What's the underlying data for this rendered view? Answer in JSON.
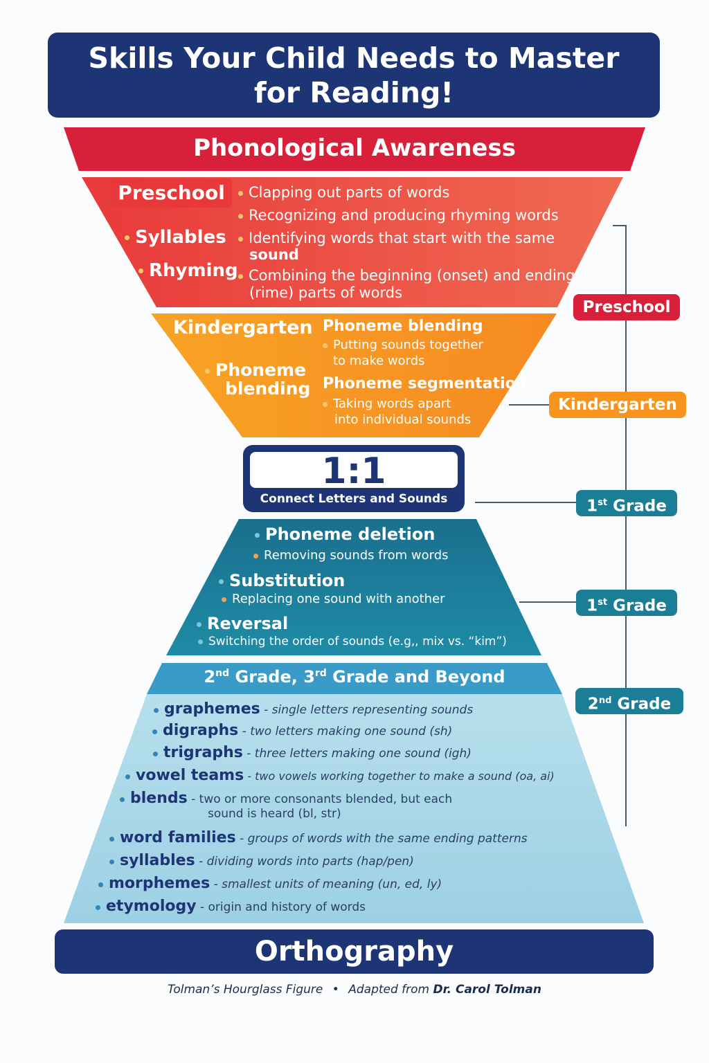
{
  "title": {
    "line1": "Skills Your Child Needs to Master",
    "line2": "for Reading!"
  },
  "phonological": {
    "header": "Phonological Awareness",
    "preschool_label": "Preschool",
    "left_items": [
      "Syllables",
      "Rhyming"
    ],
    "bullets": [
      "Clapping out parts of words",
      "Recognizing and producing  rhyming words",
      "Identifying words that start with the same",
      "sound",
      "Combining the beginning (onset) and ending",
      "(rime) parts of words"
    ]
  },
  "kindergarten": {
    "label": "Kindergarten",
    "left_item_line1": "Phoneme",
    "left_item_line2": "blending",
    "blending_title": "Phoneme blending",
    "blending_desc1": "Putting sounds together",
    "blending_desc2": "to make words",
    "segmentation_title": "Phoneme segmentation",
    "segmentation_desc1": "Taking words apart",
    "segmentation_desc2": "into individual sounds"
  },
  "one_to_one": {
    "big": "1:1",
    "sub": "Connect Letters and Sounds"
  },
  "first_grade": {
    "items": [
      {
        "title": "Phoneme deletion",
        "desc": "Removing sounds from words"
      },
      {
        "title": "Substitution",
        "desc": "Replacing one sound with another"
      },
      {
        "title": "Reversal",
        "desc": "Switching the order of sounds (e.g,, mix vs. “kim”)"
      }
    ]
  },
  "second_grade": {
    "header_a": "2",
    "header_a_sup": "nd",
    "header_b": " Grade, 3",
    "header_b_sup": "rd",
    "header_c": " Grade and Beyond",
    "rows": [
      {
        "term": "graphemes",
        "def": " - single letters representing sounds"
      },
      {
        "term": "digraphs",
        "def": " - two letters making one sound (sh)"
      },
      {
        "term": "trigraphs",
        "def": " - three letters making one sound (igh)"
      },
      {
        "term": "vowel teams",
        "def": " - two vowels working together to make a sound (oa, ai)"
      },
      {
        "term": "blends",
        "def": " - two or more consonants blended, but each"
      },
      {
        "term": "",
        "def": "sound is heard (bl, str)"
      },
      {
        "term": "word families",
        "def": " - groups of words with the same ending patterns"
      },
      {
        "term": "syllables",
        "def": " - dividing words into parts (hap/pen)"
      },
      {
        "term": "morphemes",
        "def": " - smallest units of meaning (un, ed, ly)"
      },
      {
        "term": "etymology",
        "def": " - origin and history of words"
      }
    ]
  },
  "orthography": "Orthography",
  "side_labels": {
    "preschool": "Preschool",
    "kindergarten": "Kindergarten",
    "first_a": "1",
    "first_a_sup": "st",
    "first_a_rest": " Grade",
    "first_b": "1",
    "first_b_sup": "st",
    "first_b_rest": " Grade",
    "second": "2",
    "second_sup": "nd",
    "second_rest": " Grade"
  },
  "caption": {
    "left": "Tolman’s Hourglass Figure",
    "sep": "•",
    "middle": "Adapted from ",
    "name": "Dr. Carol Tolman"
  },
  "colors": {
    "navy": "#1d3575",
    "red": "#d8203a",
    "orange_red": "#ef5a3a",
    "orange": "#f7941d",
    "teal": "#1a7e96",
    "light_blue": "#a9d7e8"
  }
}
